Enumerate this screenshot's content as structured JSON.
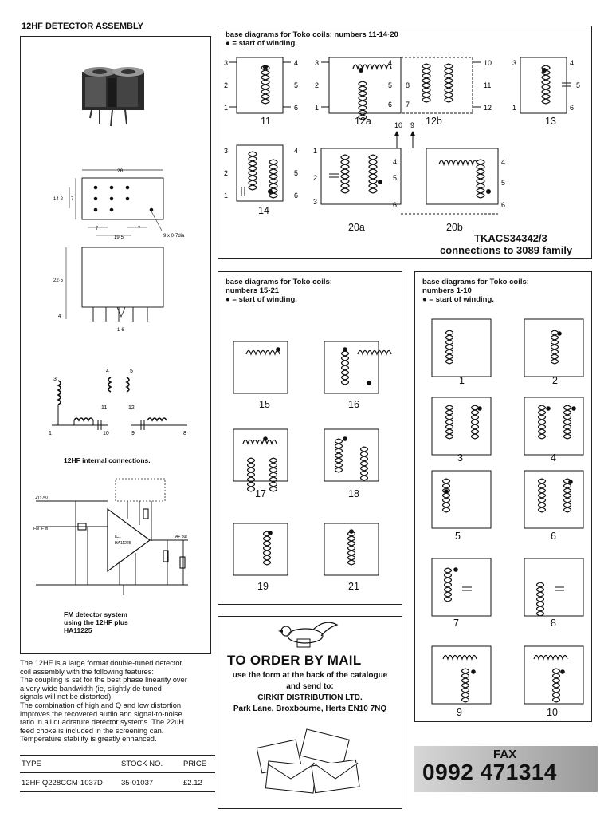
{
  "left": {
    "title": "12HF DETECTOR ASSEMBLY",
    "dims": {
      "d26": "26",
      "d142": "14·2",
      "d7": "7",
      "d7a": "7",
      "d7b": "7",
      "d195": "19·5",
      "holes": "9 x 0·7dia",
      "d225": "22·5",
      "d4": "4",
      "d16": "1·6"
    },
    "internal_pins": [
      "3",
      "4",
      "5",
      "11",
      "12",
      "1",
      "10",
      "9",
      "8"
    ],
    "internal_caption": "12HF internal connections.",
    "fm_caption": [
      "FM detector system",
      "using the 12HF plus",
      "HA11225"
    ],
    "description": [
      "The 12HF is a large format double-tuned detector",
      "coil assembly with the following features:",
      "The coupling is set for the best phase linearity over",
      "a very wide bandwidth (ie, slightly de-tuned",
      "signals will not be distorted).",
      "The combination of high and Q and low distortion",
      "improves the recovered audio and signal-to-noise",
      "ratio in all quadrature detector systems. The 22uH",
      "feed choke is included in the screening can.",
      "Temperature stability is greatly enhanced."
    ],
    "table": {
      "headers": [
        "TYPE",
        "STOCK NO.",
        "PRICE"
      ],
      "row": [
        "12HF Q228CCM-1037D",
        "35-01037",
        "£2.12"
      ]
    }
  },
  "box1": {
    "title": "base diagrams for Toko coils: numbers 11-14·20",
    "legend": "● = start of winding.",
    "labels": [
      "11",
      "12a",
      "12b",
      "13",
      "14",
      "20a",
      "20b"
    ],
    "pins_11": [
      "3",
      "2",
      "1",
      "4",
      "5",
      "6"
    ],
    "pins_12": [
      "3",
      "2",
      "1",
      "4",
      "5",
      "6",
      "10",
      "8",
      "7",
      "11",
      "12"
    ],
    "pins_13": [
      "3",
      "1",
      "4",
      "5",
      "6"
    ],
    "pins_14": [
      "3",
      "2",
      "1",
      "4",
      "5",
      "6"
    ],
    "pins_20": [
      "1",
      "2",
      "3",
      "4",
      "5",
      "6",
      "10",
      "9",
      "4",
      "5",
      "6"
    ],
    "tkacs": "TKACS34342/3",
    "family": "connections to 3089 family"
  },
  "box2": {
    "title": [
      "base diagrams for Toko coils:",
      "numbers 15-21"
    ],
    "legend": "● = start of winding.",
    "labels": [
      "15",
      "16",
      "17",
      "18",
      "19",
      "21"
    ]
  },
  "box3": {
    "title": [
      "base diagrams for Toko coils:",
      "numbers 1-10"
    ],
    "legend": "● = start of winding.",
    "labels": [
      "1",
      "2",
      "3",
      "4",
      "5",
      "6",
      "7",
      "8",
      "9",
      "10"
    ]
  },
  "order": {
    "heading": "TO ORDER BY MAIL",
    "lines": [
      "use the form at the back of the catalogue",
      "and send to:",
      "CIRKIT DISTRIBUTION LTD.",
      "Park Lane, Broxbourne, Herts EN10 7NQ"
    ]
  },
  "fax": {
    "label": "FAX",
    "number": "0992 471314"
  }
}
